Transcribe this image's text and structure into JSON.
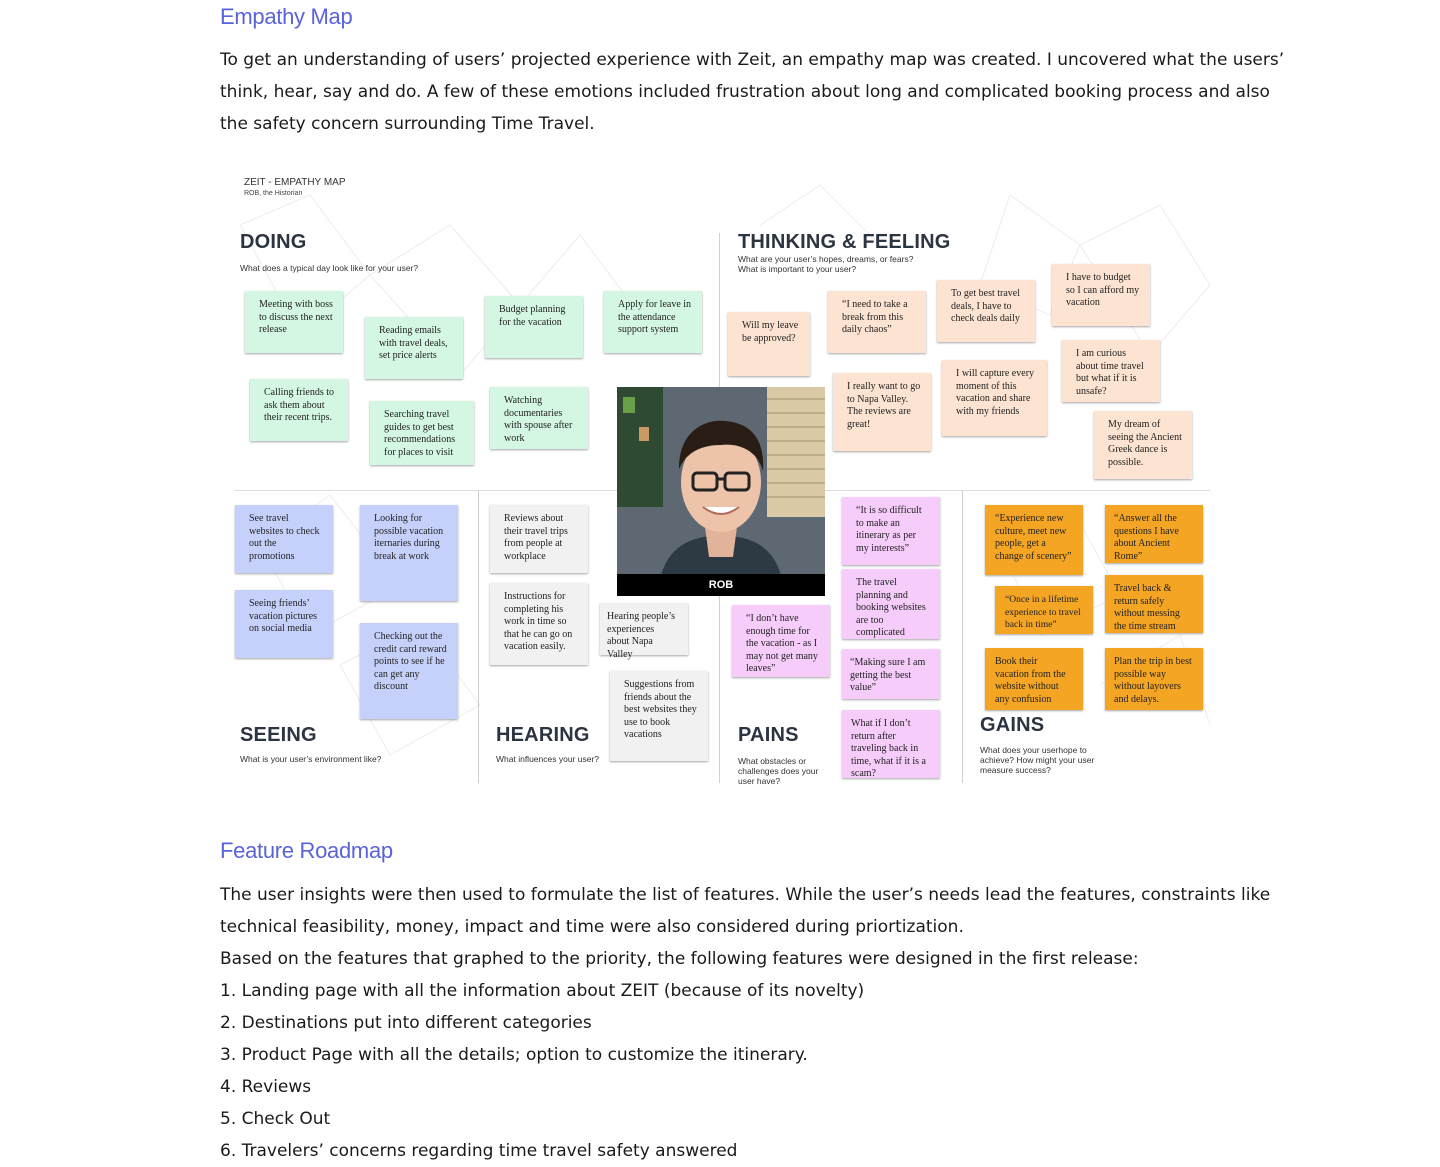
{
  "empathy": {
    "heading": "Empathy Map",
    "intro_lines": [
      "To get an understanding of users’ projected experience with Zeit, an empathy map was created. I uncovered what the users’",
      "think, hear, say and do. A few of these emotions included frustration about long and complicated booking process and also",
      "the safety concern surrounding Time Travel."
    ],
    "board": {
      "title": "ZEIT - EMPATHY MAP",
      "subtitle": "ROB, the Historian",
      "photo_caption": "ROB",
      "quadrants": {
        "doing": {
          "title": "DOING",
          "question": "What does a typical day look like for your user?"
        },
        "thinking": {
          "title": "THINKING & FEELING",
          "question": "What are your user’s hopes, dreams, or fears? What is important to your user?"
        },
        "seeing": {
          "title": "SEEING",
          "question": "What is your user’s environment like?"
        },
        "hearing": {
          "title": "HEARING",
          "question": "What influences your user?"
        },
        "pains": {
          "title": "PAINS",
          "question": "What obstacles or challenges does your user have?"
        },
        "gains": {
          "title": "GAINS",
          "question": "What does your userhope to achieve? How might your user measure success?"
        }
      },
      "notes": {
        "d1": "Meeting with boss to discuss the next release",
        "d2": "Reading emails with travel deals, set price alerts",
        "d3": "Budget planning for the vacation",
        "d4": "Apply for leave in the attendance support system",
        "d5": "Calling friends to ask them about their recent trips.",
        "d6": "Searching travel guides to get best recommendations for places to visit",
        "d7": "Watching documentaries with spouse after work",
        "t1": "Will my leave be approved?",
        "t2": "“I need to take a break from this daily chaos”",
        "t3": "To get best travel deals, I have to check deals daily",
        "t4": "I have to budget so I can afford my vacation",
        "t5": "I really want to go to Napa Valley. The reviews are great!",
        "t6": "I will capture every moment of this vacation and share with my friends",
        "t7": "I am curious about time travel but what if it is unsafe?",
        "t8": "My dream of seeing the Ancient Greek dance is possible.",
        "s1": "See travel websites to check out the promotions",
        "s2": "Looking for possible vacation iternaries during break at work",
        "s3": "Seeing friends’ vacation pictures on social media",
        "s4": "Checking out the credit card reward points to see if he can get any discount",
        "h1": "Reviews about their travel trips from people at workplace",
        "h2": "Instructions for completing his work in time so that he can go on vacation easily.",
        "h3": "Hearing people’s experiences about Napa Valley",
        "h4": "Suggestions from friends about the best websites they use to book vacations",
        "p1": "“It is so difficult to make an itinerary as per my interests”",
        "p2": "The travel planning and booking websites are too complicated",
        "p3": "“I don’t have enough time for the vacation - as I may not get many leaves”",
        "p4": "“Making sure I am getting the best value”",
        "p5": "What if I don’t return after traveling back in time, what if it is a scam?",
        "g1": "“Experience new culture, meet new people, get a change of scenery”",
        "g2": "“Answer all the questions I have about Ancient Rome”",
        "g3": "“Once in a lifetime experience to travel back in time”",
        "g4": "Travel back & return safely without messing the time stream",
        "g5": "Book their vacation from the website without any confusion",
        "g6": "Plan the trip in best possible way without layovers and delays."
      }
    }
  },
  "roadmap": {
    "heading": "Feature Roadmap",
    "lines": [
      "The user insights were then used to formulate the list of features. While the user’s needs lead the features, constraints like",
      "technical feasibility, money, impact and time were also considered during priortization.",
      "Based on the features that graphed to the priority, the following features were designed in the first release:",
      "1. Landing page with all the information about ZEIT (because of its novelty)",
      "2. Destinations put into different categories",
      "3. Product Page with all the details; option to customize the itinerary.",
      "4. Reviews",
      "5. Check Out",
      "6. Travelers’ concerns regarding time travel safety answered"
    ]
  }
}
